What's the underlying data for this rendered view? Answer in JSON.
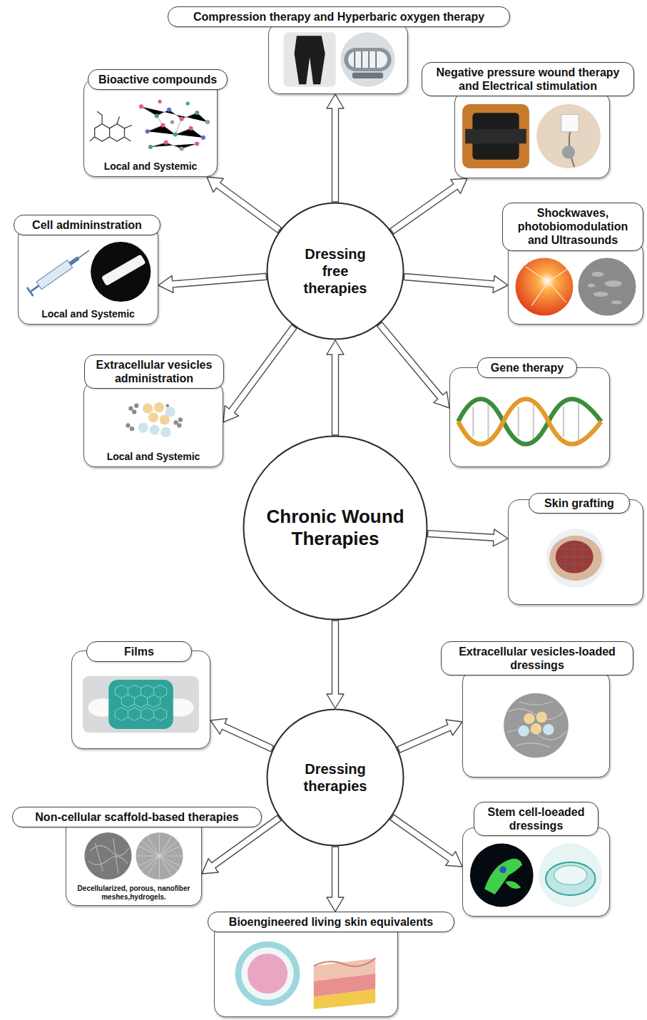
{
  "diagram": {
    "nodes": [
      {
        "text": [
          "Compression therapy and Hyperbaric oxygen therapy"
        ]
      },
      {
        "text": [
          "Bioactive compounds",
          "Local and Systemic"
        ]
      },
      {
        "text": [
          "Negative pressure wound therapy and Electrical stimulation"
        ]
      },
      {
        "text": [
          "Dressing free therapies"
        ]
      },
      {
        "text": [
          "Cell admininstration",
          "Local and Systemic"
        ]
      },
      {
        "text": [
          "Shockwaves, photobiomodulation and Ultrasounds"
        ]
      },
      {
        "text": [
          "Extracellular vesicles administration",
          "Local and Systemic"
        ]
      },
      {
        "text": [
          "Gene therapy"
        ]
      },
      {
        "text": [
          "Chronic Wound Therapies"
        ]
      },
      {
        "text": [
          "Skin grafting"
        ]
      },
      {
        "text": [
          "Films"
        ]
      },
      {
        "text": [
          "Extracellular vesicles-loaded dressings"
        ]
      },
      {
        "text": [
          "Dressing therapies"
        ]
      },
      {
        "text": [
          "Non-cellular scaffold-based therapies",
          "Decellularized, porous, nanofiber meshes,hydrogels."
        ]
      },
      {
        "text": [
          "Stem cell-loeaded dressings"
        ]
      },
      {
        "text": [
          "Bioengineered living skin equivalents"
        ]
      }
    ],
    "edges": [
      {
        "from": 8,
        "to": 3,
        "arrow": "to"
      },
      {
        "from": 3,
        "to": 0,
        "arrow": "to"
      },
      {
        "from": 3,
        "to": 1,
        "arrow": "to"
      },
      {
        "from": 3,
        "to": 2,
        "arrow": "to"
      },
      {
        "from": 3,
        "to": 4,
        "arrow": "to"
      },
      {
        "from": 3,
        "to": 5,
        "arrow": "to"
      },
      {
        "from": 3,
        "to": 6,
        "arrow": "to"
      },
      {
        "from": 3,
        "to": 7,
        "arrow": "to"
      },
      {
        "from": 8,
        "to": 9,
        "arrow": "to"
      },
      {
        "from": 8,
        "to": 12,
        "arrow": "to"
      },
      {
        "from": 12,
        "to": 10,
        "arrow": "to"
      },
      {
        "from": 12,
        "to": 11,
        "arrow": "to"
      },
      {
        "from": 12,
        "to": 13,
        "arrow": "to"
      },
      {
        "from": 12,
        "to": 14,
        "arrow": "to"
      },
      {
        "from": 12,
        "to": 15,
        "arrow": "to"
      }
    ]
  }
}
